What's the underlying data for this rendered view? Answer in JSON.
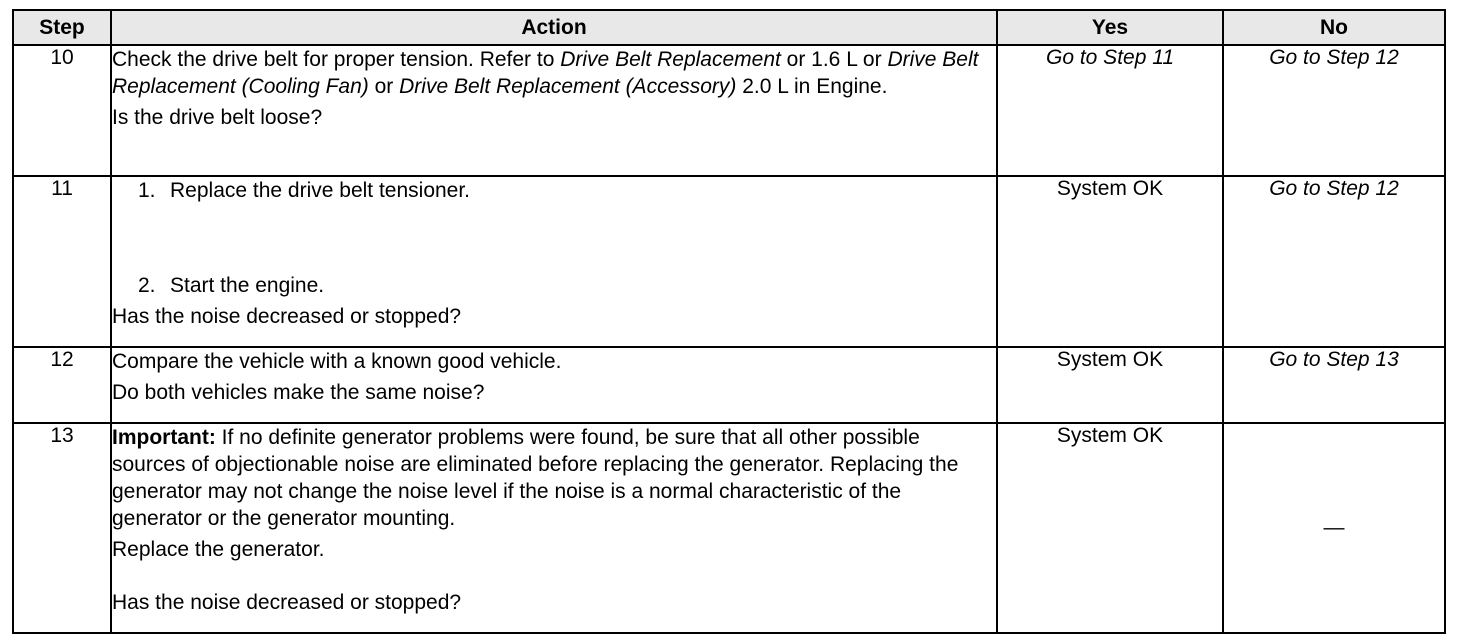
{
  "headers": {
    "step": "Step",
    "action": "Action",
    "yes": "Yes",
    "no": "No"
  },
  "rows": [
    {
      "step": "10",
      "action_parts": {
        "t1": "Check the drive belt for proper tension. Refer to ",
        "i1": "Drive Belt Replacement",
        "t2": " or 1.6 L or ",
        "i2": "Drive Belt Replacement (Cooling Fan)",
        "t3": " or ",
        "i3": "Drive Belt Replacement (Accessory)",
        "t4": " 2.0 L in Engine."
      },
      "question": "Is the drive belt loose?",
      "yes": "Go to Step 11",
      "no": "Go to Step 12"
    },
    {
      "step": "11",
      "items": [
        {
          "num": "1.",
          "text": "Replace the drive belt tensioner."
        },
        {
          "num": "2.",
          "text": "Start the engine."
        }
      ],
      "question": "Has the noise decreased or stopped?",
      "yes": "System OK",
      "no": "Go to Step 12"
    },
    {
      "step": "12",
      "action": "Compare the vehicle with a known good vehicle.",
      "question": "Do both vehicles make the same noise?",
      "yes": "System OK",
      "no": "Go to Step 13"
    },
    {
      "step": "13",
      "important_label": "Important:",
      "important_text": " If no definite generator problems were found, be sure that all other possible sources of objectionable noise are eliminated before replacing the generator. Replacing the generator may not change the noise level if the noise is a normal characteristic of the generator or the generator mounting.",
      "action": "Replace the generator.",
      "question": "Has the noise decreased or stopped?",
      "yes": "System OK",
      "no": "—"
    }
  ]
}
